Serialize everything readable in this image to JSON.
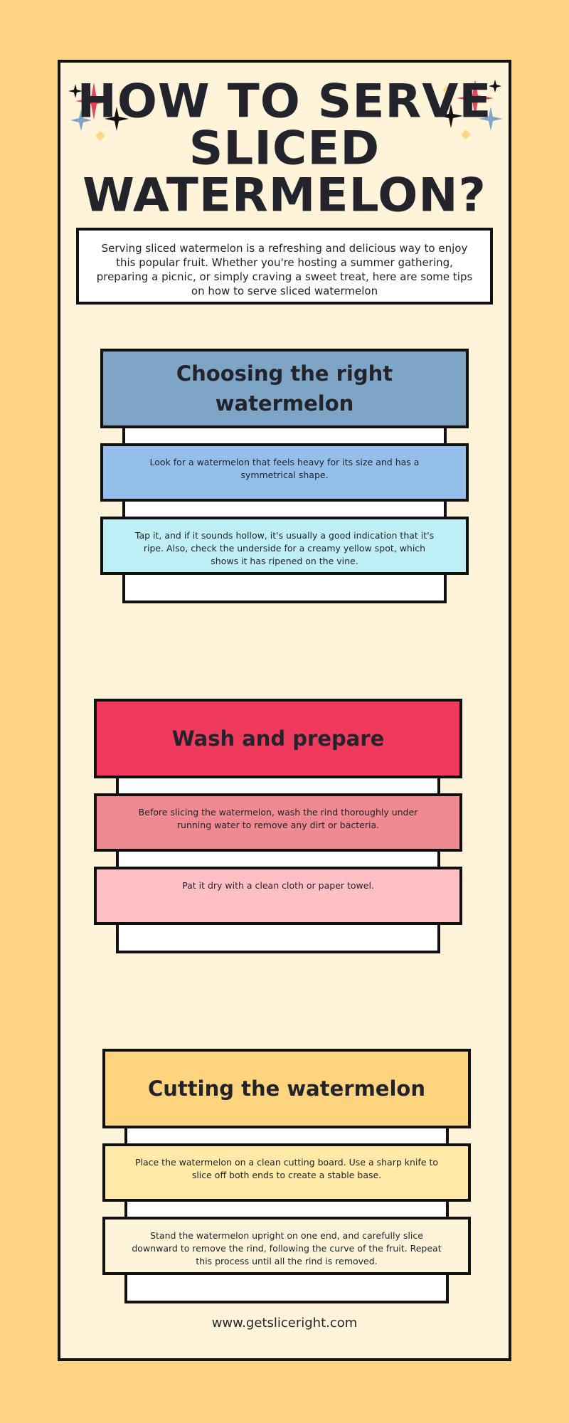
{
  "title_lines": [
    "HOW TO SERVE",
    "SLICED",
    "WATERMELON?"
  ],
  "intro": "Serving sliced watermelon is a refreshing and delicious way to enjoy this popular fruit. Whether you're hosting a summer gathering, preparing a picnic, or simply craving a sweet treat, here are some tips on how to serve sliced watermelon",
  "sections": [
    {
      "heading": "Choosing the right watermelon",
      "tips": [
        "Look for a watermelon that feels heavy for its size and has a symmetrical shape.",
        "Tap it, and if it sounds hollow, it's usually a good indication that it's ripe. Also, check the underside for a creamy yellow spot, which shows it has ripened on the vine."
      ]
    },
    {
      "heading": "Wash and prepare",
      "tips": [
        "Before slicing the watermelon, wash the rind thoroughly under running water to remove any dirt or bacteria.",
        "Pat it dry with a clean cloth or paper towel."
      ]
    },
    {
      "heading": "Cutting the watermelon",
      "tips": [
        "Place the watermelon on a clean cutting board. Use a sharp knife to slice off both ends to create a stable base.",
        "Stand the watermelon upright on one end, and carefully slice downward to remove the rind, following the curve of the fruit. Repeat this process until all the rind is removed."
      ]
    }
  ],
  "footer": "www.getsliceright.com",
  "colors": {
    "background": "#FFD485",
    "panel": "#FFF4DA",
    "section1": [
      "#7EA4C6",
      "#93BFEA",
      "#BFEFF6"
    ],
    "section2": [
      "#EF3A5D",
      "#EF8A91",
      "#FFBFC4"
    ],
    "section3": [
      "#FFD47F",
      "#FFE9A6",
      "#FFF4DA"
    ],
    "spark_red": "#E8415E",
    "spark_blue": "#7EA4C6",
    "spark_yellow": "#FFD485"
  },
  "icons": [
    "sparkle-icon"
  ]
}
